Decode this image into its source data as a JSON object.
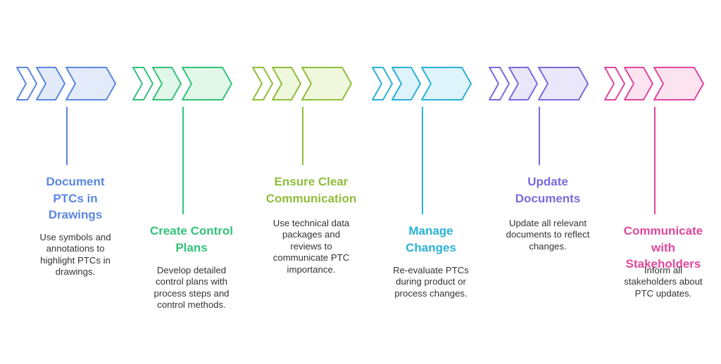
{
  "steps": [
    {
      "title_lines": [
        "Document",
        "PTCs in",
        "Drawings"
      ],
      "desc_lines": [
        "Use symbols and",
        "annotations to",
        "highlight PTCs in",
        "drawings."
      ],
      "color": "#5b86e0",
      "fill": "#e3ebfb",
      "text_position": "low-left"
    },
    {
      "title_lines": [
        "Create Control",
        "Plans"
      ],
      "desc_lines": [
        "Develop detailed",
        "control plans with",
        "process steps and",
        "control methods."
      ],
      "color": "#33c27a",
      "fill": "#e0f7ea",
      "text_position": "low"
    },
    {
      "title_lines": [
        "Ensure Clear",
        "Communication"
      ],
      "desc_lines": [
        "Use technical data",
        "packages and",
        "reviews to",
        "communicate PTC",
        "importance."
      ],
      "color": "#8fbd3a",
      "fill": "#eff7dc",
      "text_position": "high"
    },
    {
      "title_lines": [
        "Manage",
        "Changes"
      ],
      "desc_lines": [
        "Re-evaluate PTCs",
        "during product or",
        "process changes."
      ],
      "color": "#2bb1d8",
      "fill": "#def3fa",
      "text_position": "low"
    },
    {
      "title_lines": [
        "Update",
        "Documents"
      ],
      "desc_lines": [
        "Update all relevant",
        "documents to reflect",
        "changes."
      ],
      "color": "#7d68de",
      "fill": "#ebe7fb",
      "text_position": "high"
    },
    {
      "title_lines": [
        "Communicate",
        "with",
        "Stakeholders"
      ],
      "desc_lines": [
        "Inform all",
        "stakeholders about",
        "PTC updates."
      ],
      "color": "#e0479c",
      "fill": "#fbe3f0",
      "text_position": "low"
    }
  ]
}
